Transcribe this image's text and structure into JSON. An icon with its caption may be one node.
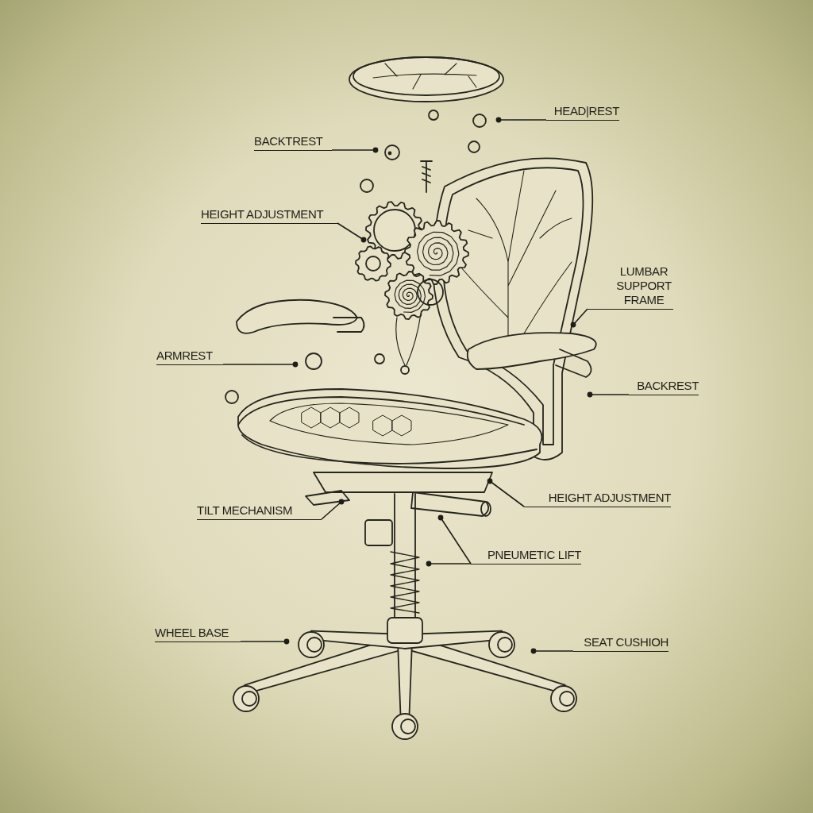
{
  "diagram": {
    "nodes": [
      {
        "text": [
          "HEAD|REST"
        ]
      },
      {
        "text": [
          "BACKTREST"
        ]
      },
      {
        "text": [
          "HEIGHT ADJUSTMENT"
        ]
      },
      {
        "text": [
          "LUMBAR SUPPORT FRAME"
        ]
      },
      {
        "text": [
          "ARMREST"
        ]
      },
      {
        "text": [
          "BACKREST"
        ]
      },
      {
        "text": [
          "HEIGHT ADJUSTMENT"
        ]
      },
      {
        "text": [
          "TILT MECHANISM"
        ]
      },
      {
        "text": [
          "PNEUMETIC LIFT"
        ]
      },
      {
        "text": [
          "WHEEL BASE"
        ]
      },
      {
        "text": [
          "SEAT CUSHIOH"
        ]
      }
    ],
    "edges": [
      {
        "from": 0,
        "to": null,
        "arrow": "other"
      },
      {
        "from": 1,
        "to": null,
        "arrow": "other"
      },
      {
        "from": 2,
        "to": null,
        "arrow": "other"
      },
      {
        "from": 3,
        "to": null,
        "arrow": "other"
      },
      {
        "from": 4,
        "to": null,
        "arrow": "other"
      },
      {
        "from": 5,
        "to": null,
        "arrow": "other"
      },
      {
        "from": 6,
        "to": null,
        "arrow": "other"
      },
      {
        "from": 7,
        "to": null,
        "arrow": "other"
      },
      {
        "from": 8,
        "to": null,
        "arrow": "other"
      },
      {
        "from": 8,
        "to": null,
        "arrow": "other"
      },
      {
        "from": 9,
        "to": null,
        "arrow": "other"
      },
      {
        "from": 10,
        "to": null,
        "arrow": "other"
      }
    ]
  }
}
